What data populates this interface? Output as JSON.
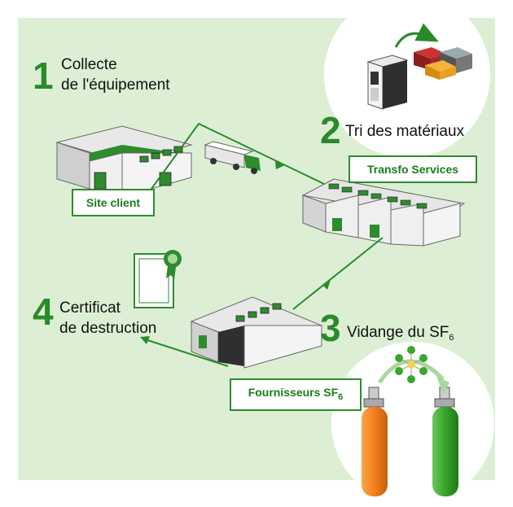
{
  "steps": [
    {
      "number": "1",
      "line1": "Collecte",
      "line2": "de l'équipement"
    },
    {
      "number": "2",
      "line1": "Tri des matériaux"
    },
    {
      "number": "3",
      "line1": "Vidange du SF",
      "sub": "6"
    },
    {
      "number": "4",
      "line1": "Certificat",
      "line2": "de destruction"
    }
  ],
  "boxes": {
    "site_client": "Site client",
    "transfo_services": "Transfo Services",
    "fournisseurs": "Fournisseurs SF",
    "fournisseurs_sub": "6"
  },
  "colors": {
    "background": "#dcefd4",
    "accent_green": "#2a8a2a",
    "orange_cylinder": "#f58220",
    "green_cylinder": "#3aa62f"
  }
}
